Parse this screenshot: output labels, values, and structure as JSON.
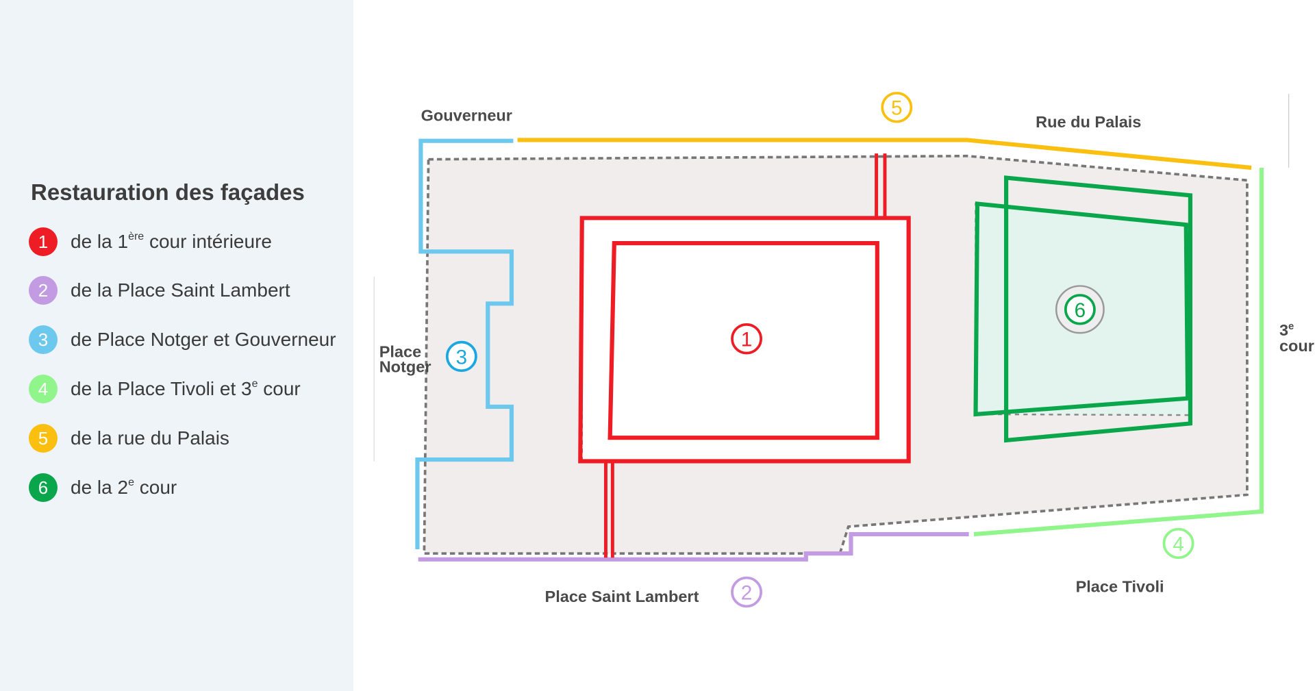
{
  "legend": {
    "title": "Restauration des façades",
    "items": [
      {
        "number": "1",
        "pre": "de la 1",
        "sup": "ère",
        "post": " cour intérieure",
        "color": "#ee1c25"
      },
      {
        "number": "2",
        "pre": "de la Place Saint Lambert",
        "sup": "",
        "post": "",
        "color": "#c39be3"
      },
      {
        "number": "3",
        "pre": "de Place Notger et Gouverneur",
        "sup": "",
        "post": "",
        "color": "#6dc8ee"
      },
      {
        "number": "4",
        "pre": "de la Place Tivoli et 3",
        "sup": "e",
        "post": " cour",
        "color": "#90f58a"
      },
      {
        "number": "5",
        "pre": "de la rue du Palais",
        "sup": "",
        "post": "",
        "color": "#fbbf0f"
      },
      {
        "number": "6",
        "pre": "de la 2",
        "sup": "e",
        "post": " cour",
        "color": "#0aa64b"
      }
    ]
  },
  "map": {
    "labels": {
      "gouverneur": "Gouverneur",
      "rue_palais": "Rue du Palais",
      "place_notger_1": "Place",
      "place_notger_2": "Notger",
      "troisieme": "3",
      "troisieme_sup": "e",
      "cour": "cour",
      "saint_lambert": "Place Saint Lambert",
      "tivoli": "Place Tivoli"
    },
    "markers": {
      "m1": "1",
      "m2": "2",
      "m3": "3",
      "m4": "4",
      "m5": "5",
      "m6": "6"
    }
  }
}
